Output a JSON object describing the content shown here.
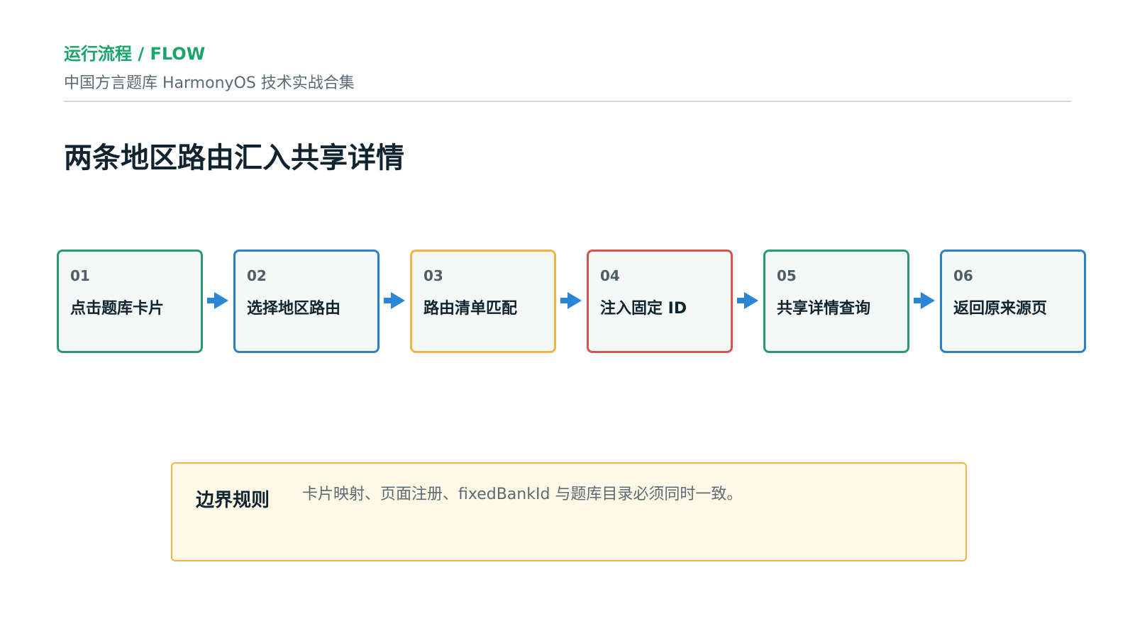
{
  "header": {
    "tag": "运行流程 / FLOW",
    "subtitle": "中国方言题库 HarmonyOS 技术实战合集"
  },
  "title": "两条地区路由汇入共享详情",
  "flow": {
    "steps": [
      {
        "num": "01",
        "label": "点击题库卡片",
        "color": "#2a9b6b"
      },
      {
        "num": "02",
        "label": "选择地区路由",
        "color": "#2b80c6"
      },
      {
        "num": "03",
        "label": "路由清单匹配",
        "color": "#f0b44a"
      },
      {
        "num": "04",
        "label": "注入固定 ID",
        "color": "#d9534f"
      },
      {
        "num": "05",
        "label": "共享详情查询",
        "color": "#2a9b6b"
      },
      {
        "num": "06",
        "label": "返回原来源页",
        "color": "#2b80c6"
      }
    ],
    "arrow_icon": "arrow-right-icon",
    "arrow_color": "#2b86d6"
  },
  "rule": {
    "title": "边界规则",
    "text": "卡片映射、页面注册、fixedBankId 与题库目录必须同时一致。"
  }
}
